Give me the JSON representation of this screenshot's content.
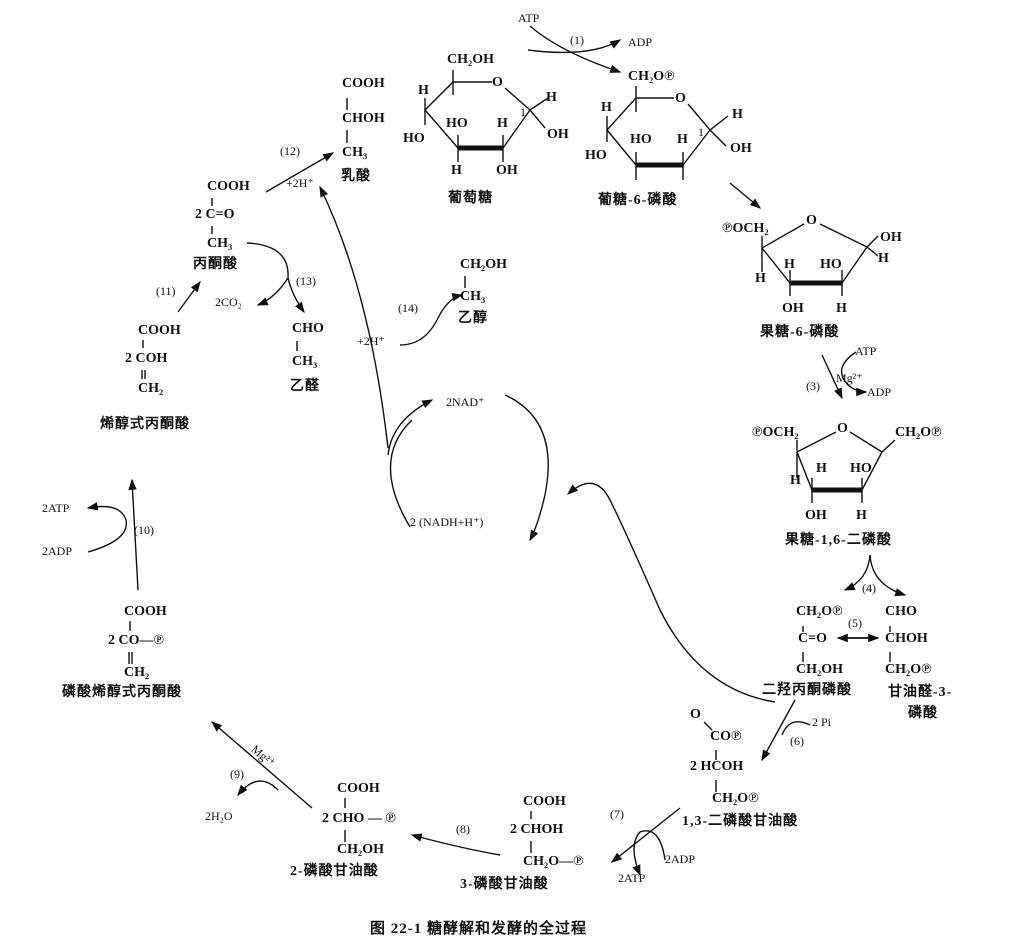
{
  "figure": {
    "caption": "图 22-1  糖酵解和发酵的全过程"
  },
  "steps": {
    "s1": "(1)",
    "s3": "(3)",
    "s4": "(4)",
    "s5": "(5)",
    "s6": "(6)",
    "s7": "(7)",
    "s8": "(8)",
    "s9": "(9)",
    "s10": "(10)",
    "s11": "(11)",
    "s12": "(12)",
    "s13": "(13)",
    "s14": "(14)"
  },
  "cofactors": {
    "atp1": "ATP",
    "adp1": "ADP",
    "atp3": "ATP",
    "mg3": "Mg²⁺",
    "adp3": "ADP",
    "pi6": "2 Pi",
    "adp7": "2ADP",
    "atp7": "2ATP",
    "mg9": "Mg²⁺",
    "h2o9": "2H₂O",
    "atp10": "2ATP",
    "adp10": "2ADP",
    "co2": "2CO₂",
    "h12": "+2H⁺",
    "h14": "+2H⁺",
    "nad": "2NAD⁺",
    "nadh": "2 (NADH+H⁺)"
  },
  "compounds": {
    "glucose": {
      "name": "葡萄糖",
      "atoms": [
        "CH₂OH",
        "O",
        "H",
        "HO",
        "HO",
        "H",
        "H",
        "OH",
        "H",
        "OH",
        "1"
      ]
    },
    "g6p": {
      "name": "葡糖-6-磷酸",
      "atoms": [
        "CH₂O℗",
        "O",
        "H",
        "HO",
        "HO",
        "H",
        "H",
        "OH",
        "1"
      ]
    },
    "f6p": {
      "name": "果糖-6-磷酸",
      "atoms": [
        "℗OCH₂",
        "O",
        "OH",
        "H",
        "H",
        "H",
        "HO",
        "OH",
        "H"
      ]
    },
    "f16bp": {
      "name": "果糖-1,6-二磷酸",
      "atoms": [
        "℗OCH₂",
        "O",
        "CH₂O℗",
        "H",
        "H",
        "HO",
        "OH",
        "H"
      ]
    },
    "dhap": {
      "name": "二羟丙酮磷酸",
      "lines": [
        "CH₂O℗",
        "C=O",
        "CH₂OH"
      ]
    },
    "gap": {
      "name": "甘油醛-3-",
      "name2": "磷酸",
      "lines": [
        "CHO",
        "CHOH",
        "CH₂O℗"
      ]
    },
    "bpg13": {
      "name": "1,3-二磷酸甘油酸",
      "lines": [
        "O",
        "CO℗",
        "2 HCOH",
        "CH₂O℗"
      ]
    },
    "pg3": {
      "name": "3-磷酸甘油酸",
      "lines": [
        "COOH",
        "2 CHOH",
        "CH₂O—℗"
      ]
    },
    "pg2": {
      "name": "2-磷酸甘油酸",
      "lines": [
        "COOH",
        "2 CHO — ℗",
        "CH₂OH"
      ]
    },
    "pep": {
      "name": "磷酸烯醇式丙酮酸",
      "lines": [
        "COOH",
        "2 CO—℗",
        "CH₂"
      ]
    },
    "enolpyr": {
      "name": "烯醇式丙酮酸",
      "lines": [
        "COOH",
        "2 COH",
        "CH₂"
      ]
    },
    "pyruvate": {
      "name": "丙酮酸",
      "lines": [
        "COOH",
        "2 C=O",
        "CH₃"
      ]
    },
    "lactate": {
      "name": "乳酸",
      "lines": [
        "COOH",
        "CHOH",
        "CH₃"
      ]
    },
    "acetaldehyde": {
      "name": "乙醛",
      "lines": [
        "CHO",
        "CH₃"
      ]
    },
    "ethanol": {
      "name": "乙醇",
      "lines": [
        "CH₂OH",
        "CH₃"
      ]
    }
  }
}
